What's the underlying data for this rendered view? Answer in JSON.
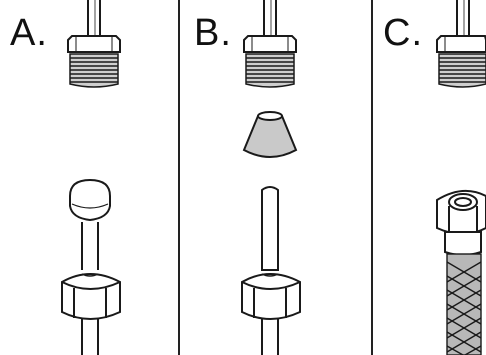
{
  "panels": [
    {
      "id": "A",
      "label": "A.",
      "description_icon": "pipe-with-olive-fitting"
    },
    {
      "id": "B",
      "label": "B.",
      "description_icon": "pipe-with-cone-fitting"
    },
    {
      "id": "C",
      "label": "C.",
      "description_icon": "braided-hose-fitting"
    }
  ],
  "colors": {
    "line": "#1a1a1a",
    "thread_fill": "#cfcfcf",
    "cone_fill": "#c9c9c9",
    "background": "#ffffff"
  }
}
